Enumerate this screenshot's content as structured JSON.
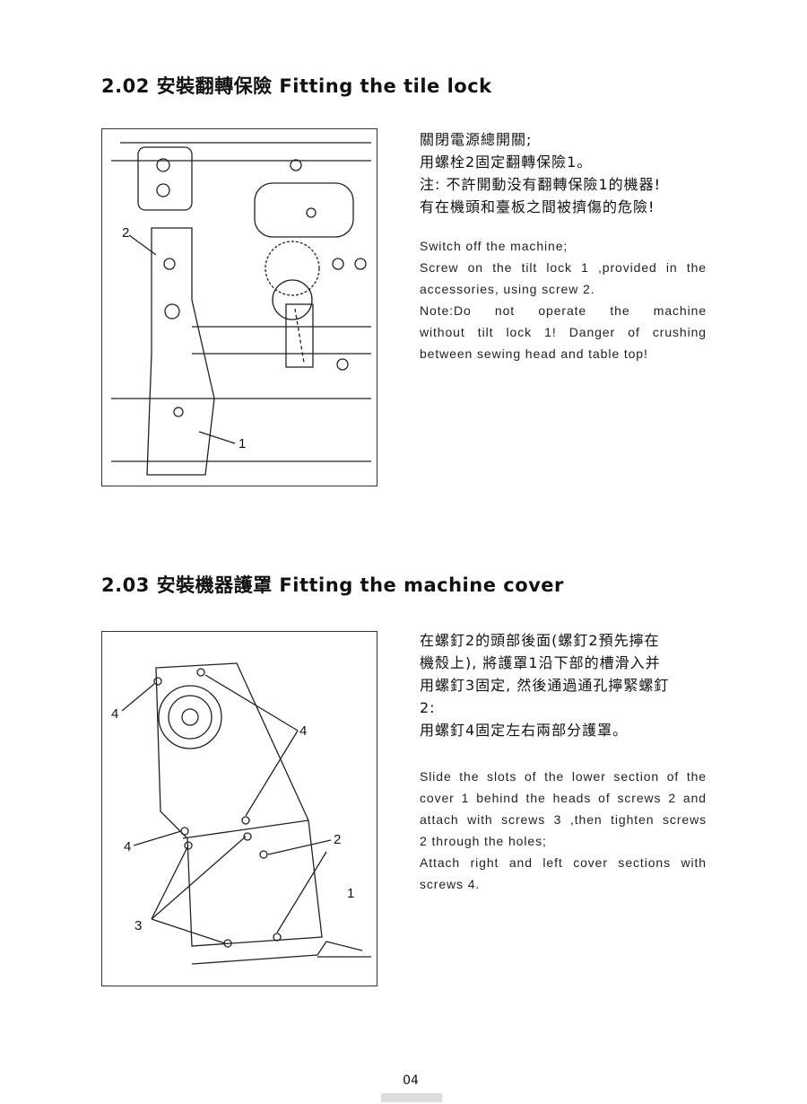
{
  "sections": [
    {
      "heading": "2.02 安裝翻轉保險 Fitting the tile lock",
      "callouts": [
        "2",
        "1"
      ],
      "zh_lines": [
        "關閉電源總開關;",
        "用螺栓2固定翻轉保險1。",
        "注: 不許開動没有翻轉保險1的機器!",
        "有在機頭和臺板之間被擠傷的危險!"
      ],
      "en_lines": [
        "Switch off the machine;",
        "Screw on the tilt lock 1 ,provided in the",
        "accessories, using screw 2.",
        "Note:Do not operate the machine",
        "without tilt lock 1! Danger of crushing",
        "between sewing head and table top!"
      ]
    },
    {
      "heading": "2.03 安裝機器護罩 Fitting the machine cover",
      "callouts": [
        "4",
        "4",
        "4",
        "2",
        "1",
        "3"
      ],
      "zh_lines": [
        "在螺釘2的頭部後面(螺釘2預先擰在",
        "機殼上), 將護罩1沿下部的槽滑入并",
        "用螺釘3固定, 然後通過通孔擰緊螺釘",
        "2:",
        "用螺釘4固定左右兩部分護罩。"
      ],
      "en_lines": [
        "Slide the slots of the lower section of the",
        "cover 1 behind the heads of screws 2 and",
        "attach with screws 3 ,then tighten screws",
        "2 through the holes;",
        "Attach right and left cover sections with",
        "screws 4."
      ]
    }
  ],
  "page_number": "04"
}
